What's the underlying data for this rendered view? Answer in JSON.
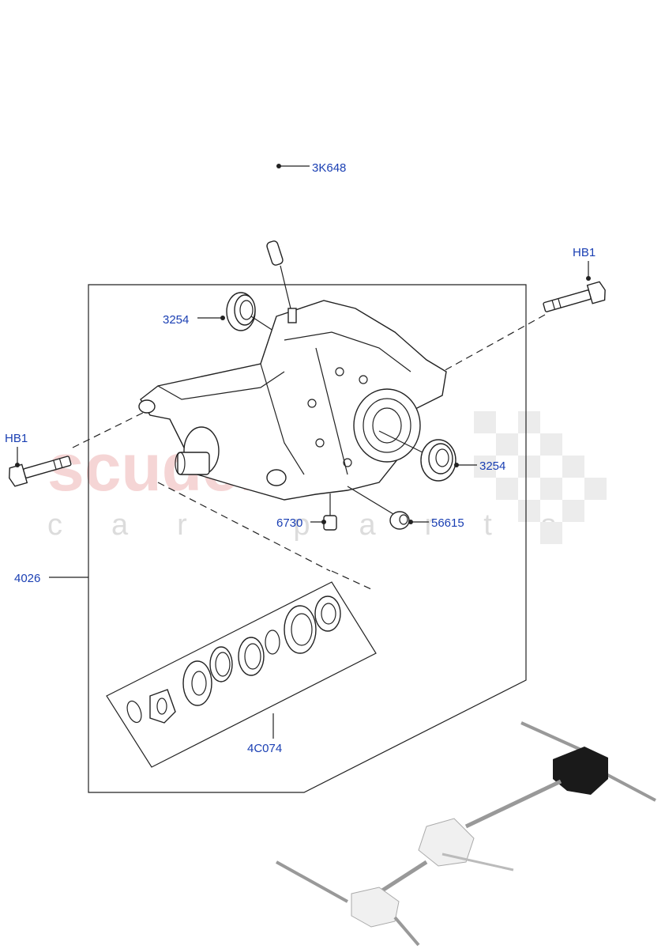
{
  "watermark": {
    "brand": "scuderia",
    "tagline": "car parts"
  },
  "callouts": {
    "tube": "3K648",
    "bolt_right": "HB1",
    "bolt_left": "HB1",
    "seal_top": "3254",
    "seal_right": "3254",
    "plug_left": "6730",
    "plug_right": "56615",
    "assembly": "4026",
    "bearing_kit": "4C074"
  },
  "icons": {
    "drivetrain_locator": "vehicle-drivetrain-locator-icon"
  }
}
